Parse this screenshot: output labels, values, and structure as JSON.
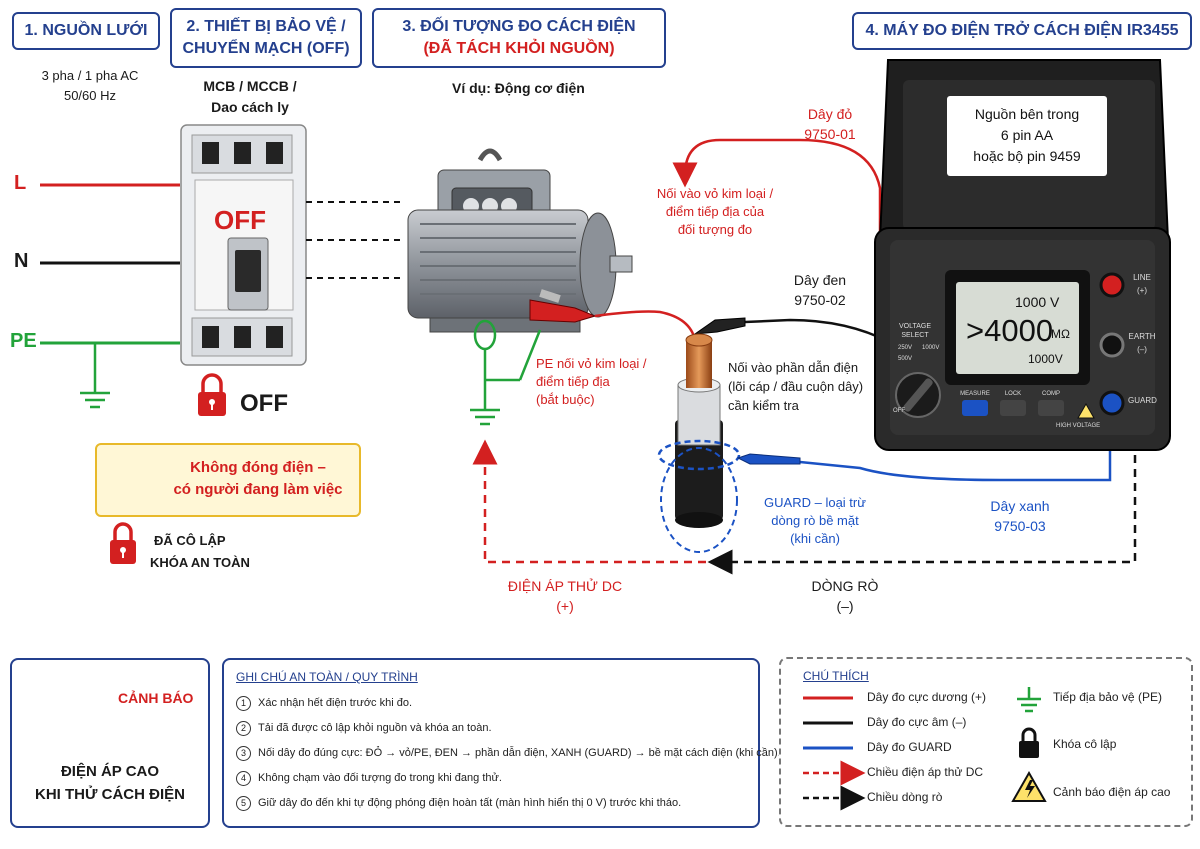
{
  "headers": {
    "s1": "1. NGUỒN LƯỚI",
    "s2_line1": "2. THIẾT BỊ BẢO VỆ /",
    "s2_line2": "CHUYỂN MẠCH (OFF)",
    "s3_line1": "3. ĐỐI TƯỢNG ĐO CÁCH ĐIỆN",
    "s3_line2": "(ĐÃ TÁCH KHỎI NGUỒN)",
    "s4": "4. MÁY ĐO ĐIỆN TRỞ CÁCH ĐIỆN IR3455"
  },
  "source": {
    "phase_line1": "3 pha / 1 pha AC",
    "phase_line2": "50/60 Hz",
    "L": "L",
    "N": "N",
    "PE": "PE"
  },
  "breaker": {
    "type_line1": "MCB / MCCB /",
    "type_line2": "Dao cách ly",
    "off_label": "OFF",
    "lock_off": "OFF",
    "warn_line1": "Không đóng điện –",
    "warn_line2": "có người đang làm việc",
    "isolated_line1": "ĐÃ CÔ LẬP",
    "isolated_line2": "KHÓA AN TOÀN"
  },
  "object": {
    "example": "Ví dụ: Động cơ điện",
    "pe_line1": "PE nối vỏ kim loại /",
    "pe_line2": "điểm tiếp địa",
    "pe_line3": "(bắt buộc)",
    "core_line1": "Nối vào phần dẫn điện",
    "core_line2": "(lõi cáp / đầu cuộn dây)",
    "core_line3": "cần kiểm tra",
    "guard_line1": "GUARD – loại trừ",
    "guard_line2": "dòng rò bề mặt",
    "guard_line3": "(khi cần)"
  },
  "leads": {
    "red_line1": "Dây đỏ",
    "red_line2": "9750-01",
    "red_note1": "Nối vào vỏ kim loại /",
    "red_note2": "điểm tiếp địa của",
    "red_note3": "đối tượng đo",
    "black_line1": "Dây đen",
    "black_line2": "9750-02",
    "blue_line1": "Dây xanh",
    "blue_line2": "9750-03"
  },
  "flow": {
    "test_v_line1": "ĐIỆN ÁP THỬ DC",
    "test_v_line2": "(+)",
    "leak_line1": "DÒNG RÒ",
    "leak_line2": "(–)"
  },
  "meter": {
    "battery_line1": "Nguồn bên trong",
    "battery_line2": "6 pin AA",
    "battery_line3": "hoặc bộ pin 9459",
    "display_top": "1000 V",
    "display_main": ">4000",
    "display_unit": "MΩ",
    "display_bottom": "1000V",
    "voltage_select_line1": "VOLTAGE",
    "voltage_select_line2": "SELECT",
    "dial_labels": [
      "250V",
      "500V",
      "1000V",
      "OFF"
    ],
    "buttons": [
      "MEASURE",
      "LOCK",
      "COMP"
    ],
    "high_voltage": "HIGH VOLTAGE",
    "jack_line": "LINE",
    "jack_line_sign": "(+)",
    "jack_earth": "EARTH",
    "jack_earth_sign": "(–)",
    "jack_guard": "GUARD"
  },
  "warning_box": {
    "title": "CẢNH BÁO",
    "line1": "ĐIỆN ÁP CAO",
    "line2": "KHI THỬ CÁCH ĐIỆN"
  },
  "notes": {
    "title": "GHI CHÚ AN TOÀN / QUY TRÌNH",
    "items": [
      {
        "n": "1",
        "text": "Xác nhận hết điện trước khi đo."
      },
      {
        "n": "2",
        "text": "Tải đã được cô lập khỏi nguồn và khóa an toàn."
      },
      {
        "n": "3",
        "text": "Nối dây đo đúng cực: ĐỎ → vỏ/PE, ĐEN → phần dẫn điện, XANH (GUARD) → bề mặt cách điện (khi cần)."
      },
      {
        "n": "4",
        "text": "Không chạm vào đối tượng đo trong khi đang thử."
      },
      {
        "n": "5",
        "text": "Giữ dây đo đến khi tự động phóng điện hoàn tất (màn hình hiển thị 0 V) trước khi tháo."
      }
    ]
  },
  "legend": {
    "title": "CHÚ THÍCH",
    "red": "Dây đo cực dương (+)",
    "black": "Dây đo cực âm (–)",
    "blue": "Dây đo GUARD",
    "red_dash": "Chiều điện áp thử DC",
    "black_dash": "Chiều dòng rò",
    "pe": "Tiếp địa bảo vệ (PE)",
    "lock": "Khóa cô lập",
    "hv": "Cảnh báo điện áp cao"
  },
  "colors": {
    "accent": "#24408e",
    "red": "#d32020",
    "blue": "#1b52c4",
    "green": "#22a33a",
    "warning_fill": "#fde26a"
  }
}
